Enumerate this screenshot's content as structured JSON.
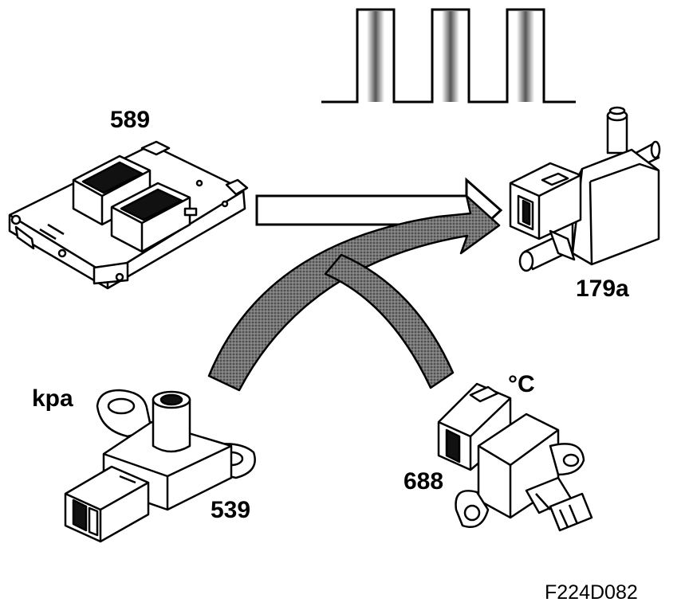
{
  "labels": {
    "control_module": "589",
    "valve": "179a",
    "pressure_unit": "kpa",
    "temperature_unit": "°C",
    "temperature_sensor": "688",
    "pressure_sensor": "539",
    "figure_id": "F224D082"
  },
  "pulse_signal": {
    "pulse_count": 3
  },
  "colors": {
    "ink": "#000000",
    "background": "#ffffff",
    "shade": "#6a6a6a"
  }
}
